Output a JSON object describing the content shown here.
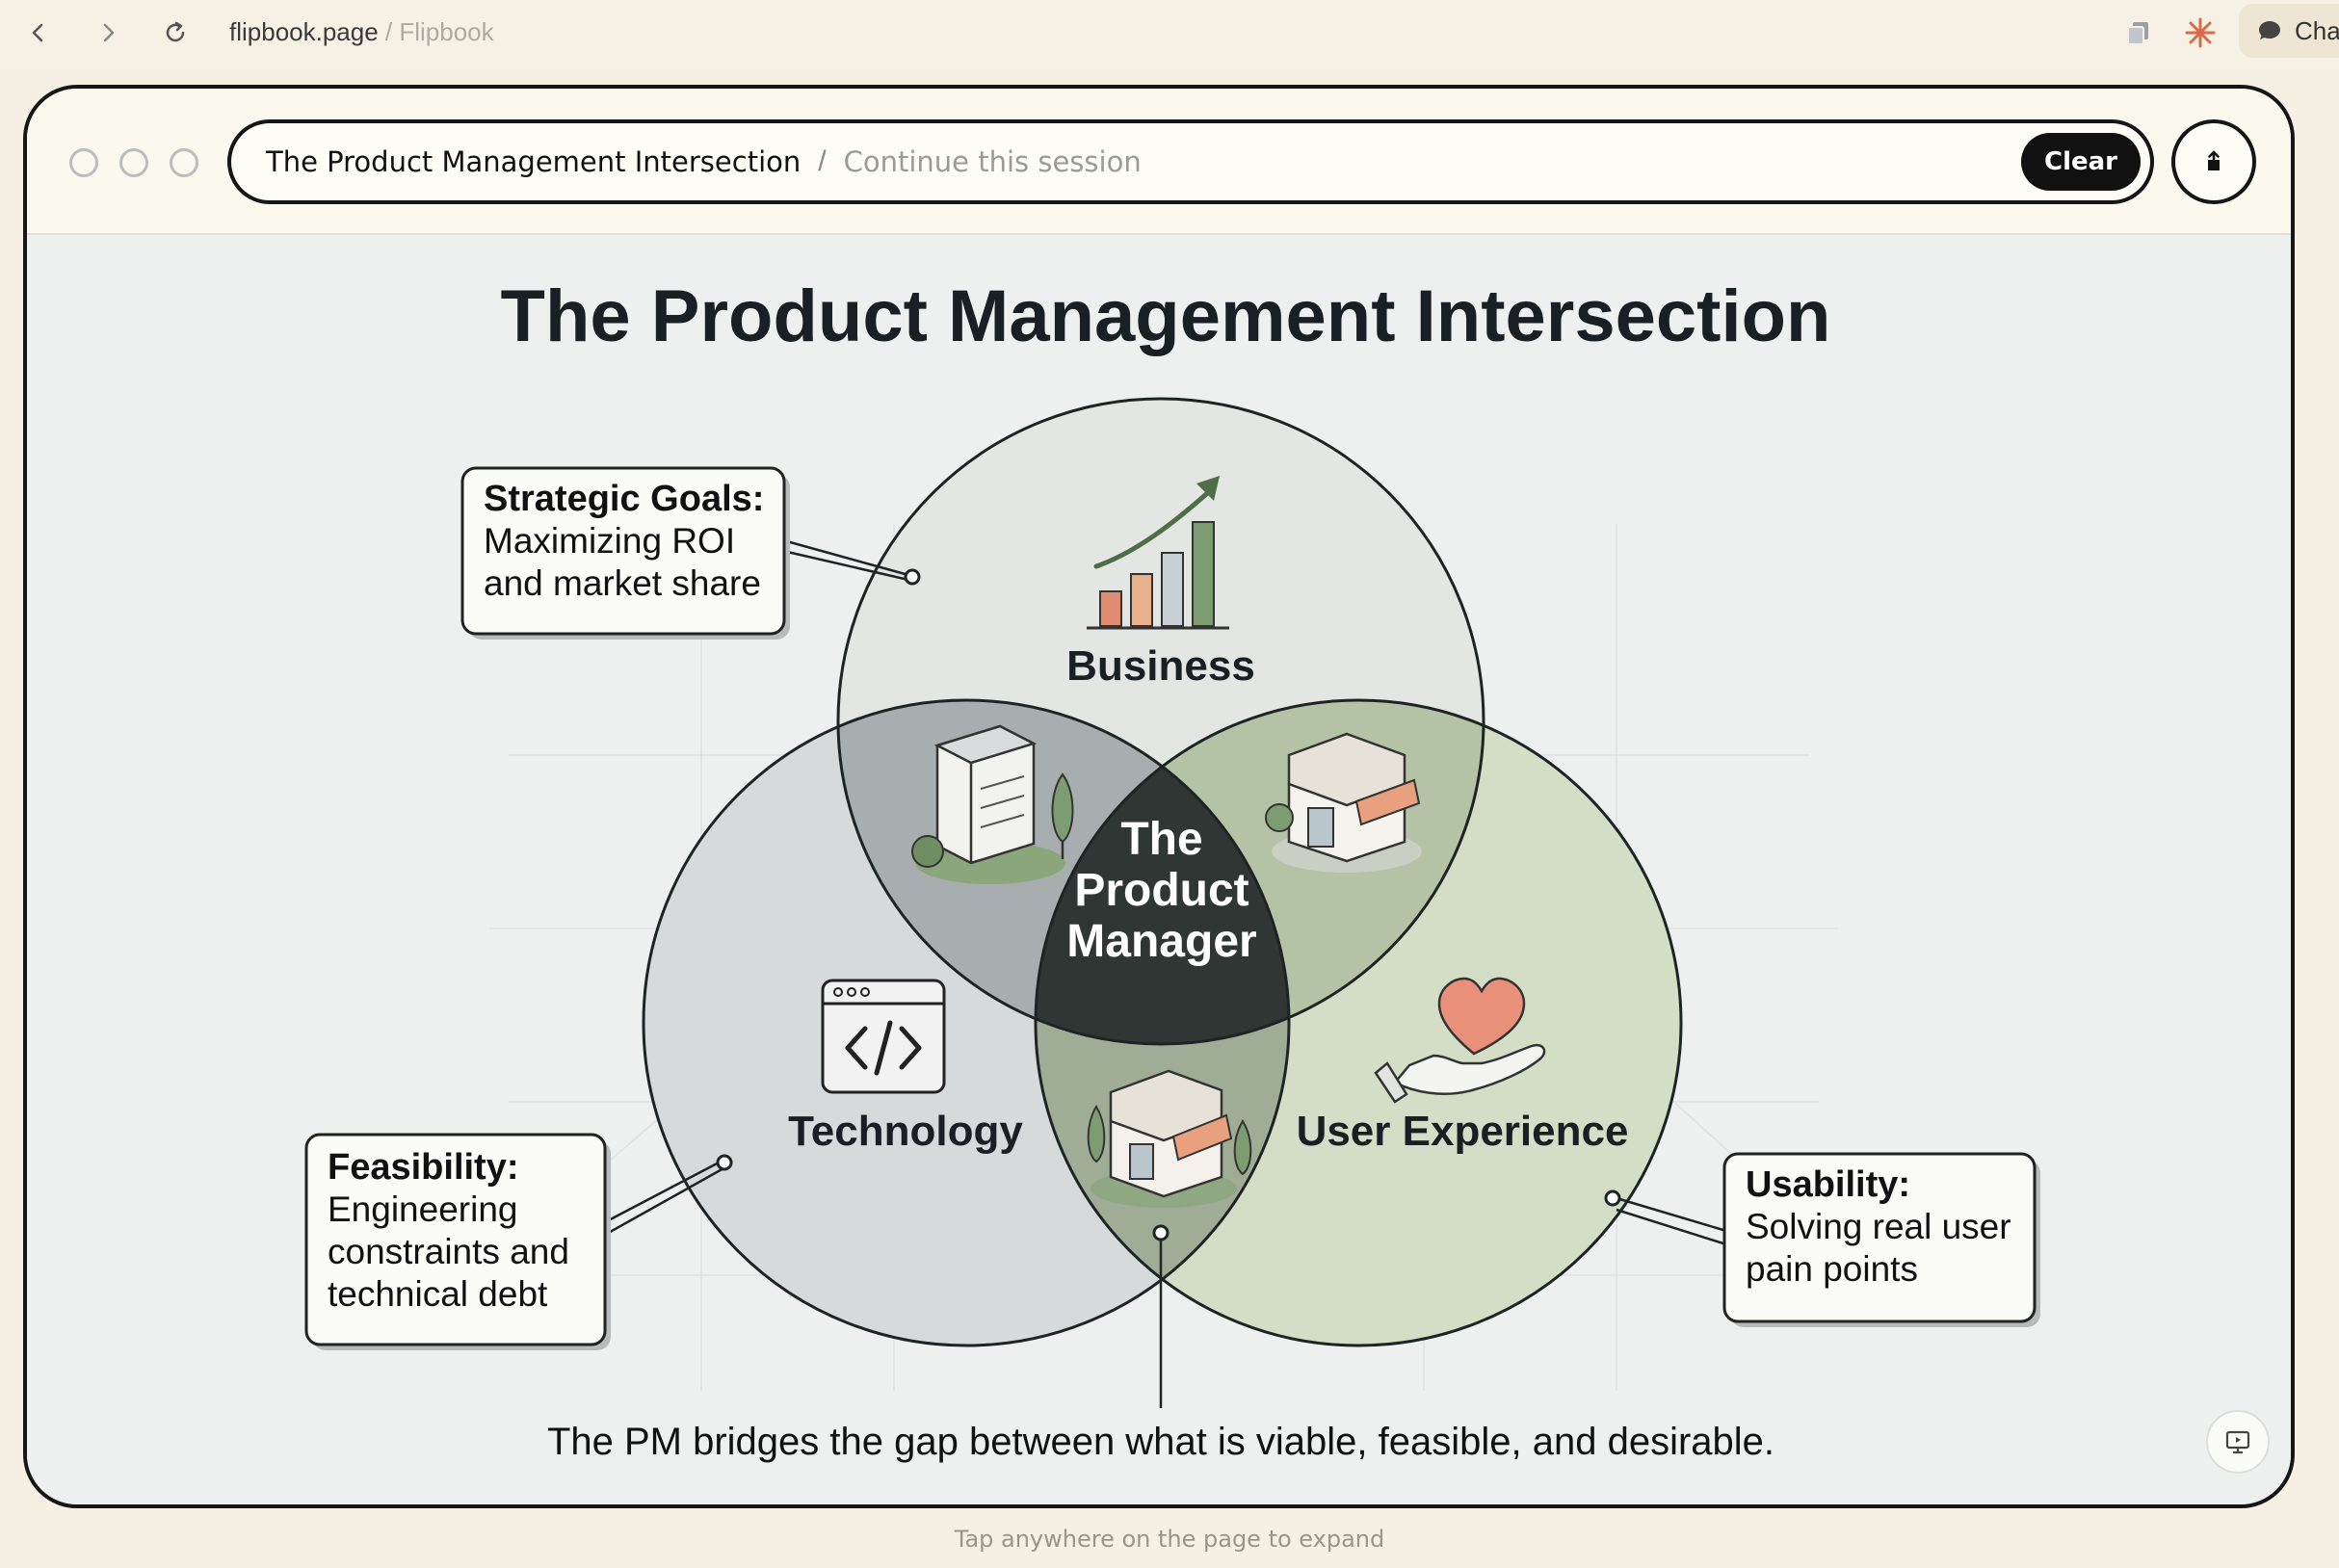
{
  "browser": {
    "url_host": "flipbook.page",
    "url_separator": " / ",
    "url_page": "Flipbook",
    "chat_label": "Cha"
  },
  "toolbar": {
    "title": "The Product Management Intersection",
    "separator": "/",
    "placeholder": "Continue this session",
    "clear_label": "Clear"
  },
  "diagram": {
    "title": "The Product Management Intersection",
    "circles": {
      "business": "Business",
      "technology": "Technology",
      "user_experience": "User Experience"
    },
    "center": [
      "The",
      "Product",
      "Manager"
    ],
    "callouts": {
      "strategic": {
        "heading": "Strategic Goals:",
        "lines": [
          "Maximizing ROI",
          "and market share"
        ]
      },
      "feasibility": {
        "heading": "Feasibility:",
        "lines": [
          "Engineering",
          "constraints and",
          "technical debt"
        ]
      },
      "usability": {
        "heading": "Usability:",
        "lines": [
          "Solving real user",
          "pain points"
        ]
      }
    },
    "caption": "The PM bridges the gap between what is viable, feasible, and desirable."
  },
  "footer": {
    "hint": "Tap anywhere on the page to expand"
  },
  "colors": {
    "accent_dark": "#161616",
    "center_fill": "#2f3634",
    "ux_fill": "#d4dec6"
  }
}
